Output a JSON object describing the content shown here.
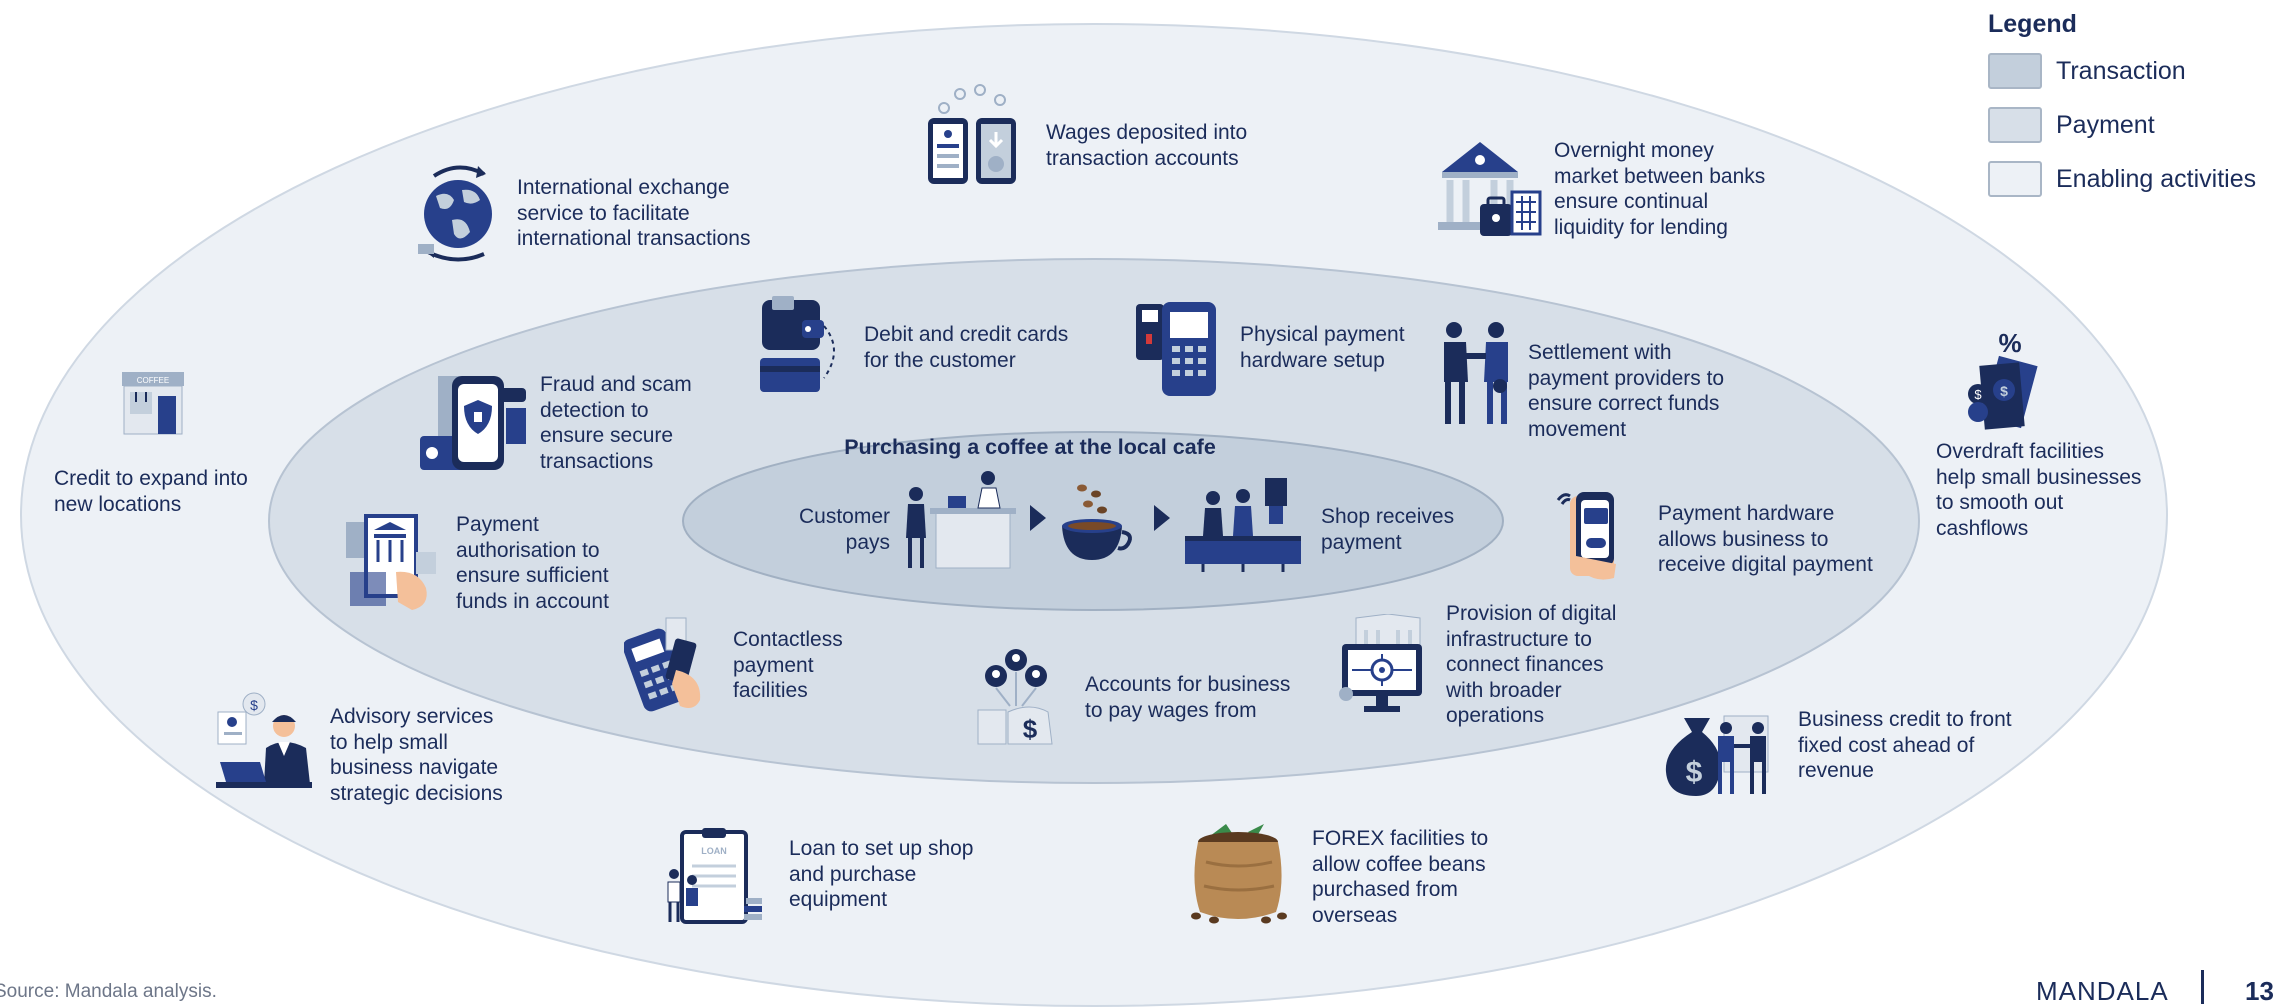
{
  "colors": {
    "outer_ring": "#edf1f6",
    "middle_ring": "#d7dfe8",
    "inner_ring": "#c3cfdc",
    "ring_stroke": "#a9b6c6",
    "navy": "#1b2c5a",
    "accent_blue": "#27408b"
  },
  "legend": {
    "title": "Legend",
    "items": [
      {
        "label": "Transaction",
        "color": "#c3cfdc"
      },
      {
        "label": "Payment",
        "color": "#d7dfe8"
      },
      {
        "label": "Enabling activities",
        "color": "#edf1f6"
      }
    ]
  },
  "center": {
    "title": "Purchasing a coffee at the local cafe",
    "left_label": [
      "Customer",
      "pays"
    ],
    "right_label": [
      "Shop receives",
      "payment"
    ]
  },
  "payment_ring": [
    {
      "id": "debit",
      "icon": "credit-cards-icon",
      "lines": [
        "Debit and credit cards",
        "for the customer"
      ]
    },
    {
      "id": "hardware",
      "icon": "payment-terminal-icon",
      "lines": [
        "Physical payment",
        "hardware setup"
      ]
    },
    {
      "id": "settlement",
      "icon": "handshake-icon",
      "lines": [
        "Settlement with",
        "payment providers to",
        "ensure correct funds",
        "movement"
      ]
    },
    {
      "id": "fraud",
      "icon": "secure-phone-icon",
      "lines": [
        "Fraud and scam",
        "detection to",
        "ensure secure",
        "transactions"
      ]
    },
    {
      "id": "authorisation",
      "icon": "bank-authorisation-icon",
      "lines": [
        "Payment",
        "authorisation to",
        "ensure sufficient",
        "funds in account"
      ]
    },
    {
      "id": "phone_payment",
      "icon": "phone-payment-icon",
      "lines": [
        "Payment hardware",
        "allows business to",
        "receive digital payment"
      ]
    },
    {
      "id": "contactless",
      "icon": "contactless-card-icon",
      "lines": [
        "Contactless",
        "payment",
        "facilities"
      ]
    },
    {
      "id": "wage_accounts",
      "icon": "business-accounts-icon",
      "lines": [
        "Accounts for business",
        "to pay wages from"
      ]
    },
    {
      "id": "digital_infra",
      "icon": "digital-infrastructure-icon",
      "lines": [
        "Provision of digital",
        "infrastructure to",
        "connect finances",
        "with broader",
        "operations"
      ]
    }
  ],
  "enabling_ring": [
    {
      "id": "wages",
      "icon": "wages-phones-icon",
      "lines": [
        "Wages deposited into",
        "transaction accounts"
      ]
    },
    {
      "id": "exchange",
      "icon": "globe-exchange-icon",
      "lines": [
        "International exchange",
        "service to facilitate",
        "international transactions"
      ]
    },
    {
      "id": "overnight",
      "icon": "bank-building-icon",
      "lines": [
        "Overnight money",
        "market between banks",
        "ensure continual",
        "liquidity for lending"
      ]
    },
    {
      "id": "credit",
      "icon": "coffee-shop-icon",
      "lines": [
        "Credit to expand into",
        "new locations"
      ]
    },
    {
      "id": "overdraft",
      "icon": "money-percent-icon",
      "lines": [
        "Overdraft facilities",
        "help small businesses",
        "to smooth out",
        "cashflows"
      ]
    },
    {
      "id": "advisory",
      "icon": "advisor-icon",
      "lines": [
        "Advisory services",
        "to help small",
        "business navigate",
        "strategic decisions"
      ]
    },
    {
      "id": "business_credit",
      "icon": "money-bag-handshake-icon",
      "lines": [
        "Business credit to front",
        "fixed cost ahead of",
        "revenue"
      ]
    },
    {
      "id": "loan",
      "icon": "loan-document-icon",
      "lines": [
        "Loan to set up shop",
        "and purchase",
        "equipment"
      ]
    },
    {
      "id": "forex",
      "icon": "coffee-bean-sack-icon",
      "lines": [
        "FOREX facilities to",
        "allow coffee beans",
        "purchased from",
        "overseas"
      ]
    }
  ],
  "footer": {
    "source": "Source: Mandala analysis.",
    "brand": "MANDALA",
    "page_number": "13"
  },
  "loan_sign": "LOAN",
  "coffee_sign": "COFFEE"
}
